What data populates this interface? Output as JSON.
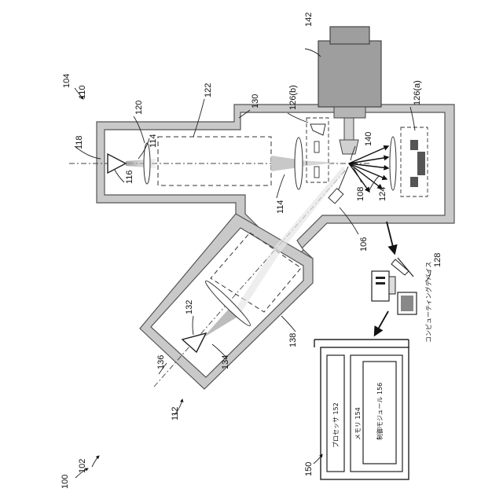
{
  "labels": {
    "system": "100",
    "subsystem": "102",
    "microscope": "104",
    "column1": "110",
    "column2": "112",
    "beam_source1": "116",
    "beam_source2": "132",
    "axis1": "118",
    "axis2": "136",
    "lens1": "120",
    "beam1": "114",
    "beam1_lower": "114",
    "column_region": "122",
    "beam2": "134",
    "chamber": "130",
    "electrode_region": "138",
    "detector_b": "126(b)",
    "detector_a": "126(a)",
    "stage": "140",
    "sample": "108",
    "emission": "124",
    "gas_injector": "106",
    "camera": "142",
    "computing_device_num": "128",
    "computing_device_text": "コンピューティングデバイス",
    "computer_block": "150",
    "processor": "プロセッサ 152",
    "memory": "メモリ 154",
    "control_module": "制御モジュール 156"
  },
  "icons": [
    "arrow-icon",
    "computer-icon",
    "beam-source-icon",
    "lens-icon"
  ],
  "colors": {
    "housing": "#c9c9c9",
    "outline": "#555555",
    "beam": "#bdbdbd"
  }
}
